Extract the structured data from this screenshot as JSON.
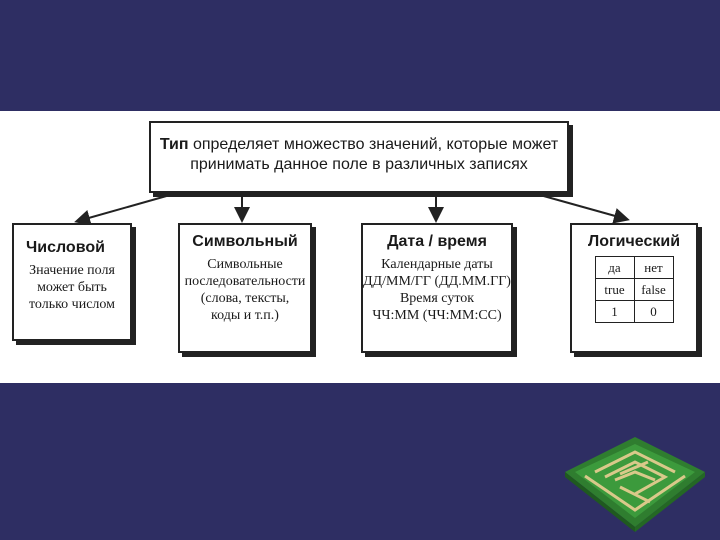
{
  "diagram": {
    "root": {
      "bold": "Тип",
      "line1_rest": " определяет множество значений, которые может",
      "line2": "принимать данное поле в различных записях"
    },
    "types": [
      {
        "title": "Числовой",
        "description": "Значение поля\nможет быть\nтолько числом"
      },
      {
        "title": "Символьный",
        "description": "Символьные\nпоследовательности\n(слова, тексты,\nкоды и т.п.)"
      },
      {
        "title": "Дата / время",
        "description": "Календарные даты\nДД/ММ/ГГ (ДД.ММ.ГГ)\nВремя суток\nЧЧ:ММ (ЧЧ:ММ:СС)"
      },
      {
        "title": "Логический",
        "table": [
          [
            "да",
            "нет"
          ],
          [
            "true",
            "false"
          ],
          [
            "1",
            "0"
          ]
        ]
      }
    ]
  },
  "colors": {
    "background": "#2e2e63",
    "band": "#ffffff",
    "maze_green": "#3c9a3c",
    "maze_light": "#d9c98a"
  },
  "decoration": {
    "icon": "maze-icon"
  }
}
